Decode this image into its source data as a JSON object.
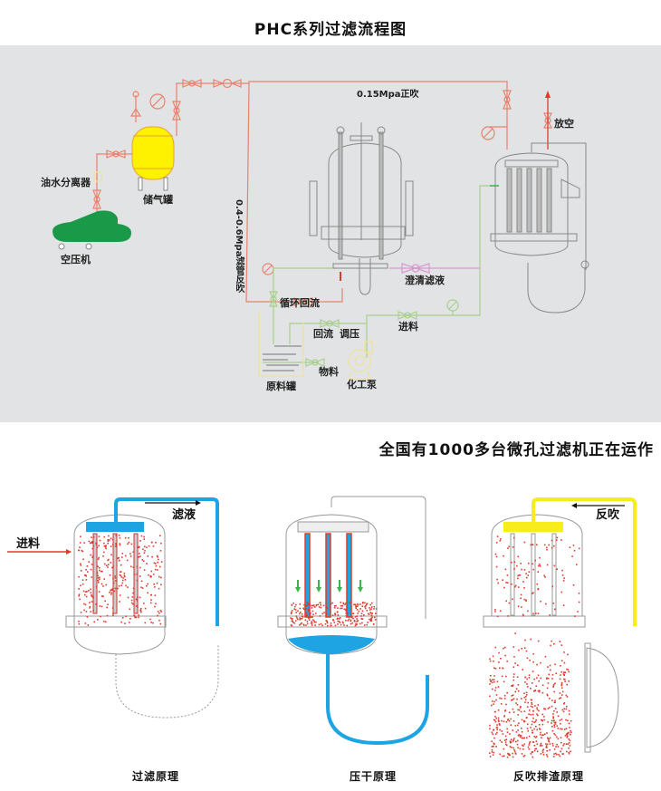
{
  "header": {
    "title": "PHC系列过滤流程图"
  },
  "flow_diagram": {
    "equipment": {
      "air_compressor": "空压机",
      "oil_water_separator": "油水分离器",
      "air_tank": "储气罐",
      "raw_material_tank": "原料罐",
      "chemical_pump": "化工泵",
      "vent": "放空"
    },
    "pipe_labels": {
      "forward_blow": "0.15Mpa正吹",
      "back_blow": "0.4-0.6Mpa滤管反吹",
      "clear_filtrate": "澄清滤液",
      "circulation_return": "循环回流",
      "return_flow": "回流",
      "pressure_regulation": "调压",
      "material": "物料",
      "feed": "进料"
    },
    "colors": {
      "air_line": "#e8826e",
      "feed_line": "#a9cf8c",
      "filtrate_line": "#d79ad0",
      "tank_yellow": "#fff200",
      "compressor_green": "#1a9a48"
    }
  },
  "slogan": "全国有1000多台微孔过滤机正在运作",
  "principles": [
    {
      "caption": "过滤原理",
      "inlet_label": "进料",
      "outlet_label": "滤液",
      "pipe_color": "#1ea4e3"
    },
    {
      "caption": "压干原理",
      "pipe_color": "#1ea4e3"
    },
    {
      "caption": "反吹排渣原理",
      "inlet_label": "反吹",
      "pipe_color": "#f7ec1c"
    }
  ]
}
